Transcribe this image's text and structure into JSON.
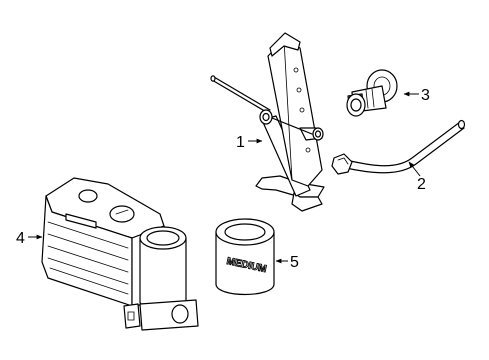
{
  "diagram": {
    "callouts": [
      {
        "id": "1",
        "label": "1"
      },
      {
        "id": "2",
        "label": "2"
      },
      {
        "id": "3",
        "label": "3"
      },
      {
        "id": "4",
        "label": "4"
      },
      {
        "id": "5",
        "label": "5"
      }
    ],
    "canister_label": "MEDIUM"
  }
}
